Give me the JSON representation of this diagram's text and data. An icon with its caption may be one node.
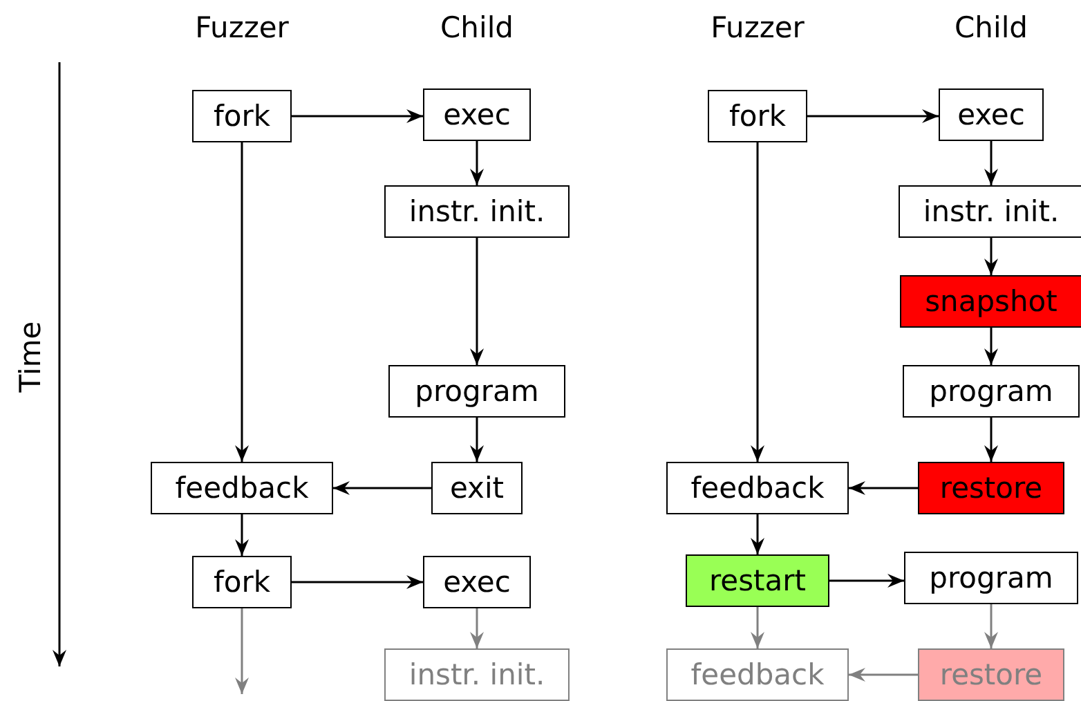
{
  "diagram": {
    "nodes": [
      {
        "text": [
          "fork"
        ]
      },
      {
        "text": [
          "exec"
        ]
      },
      {
        "text": [
          "instr. init."
        ]
      },
      {
        "text": [
          "program"
        ]
      },
      {
        "text": [
          "feedback"
        ]
      },
      {
        "text": [
          "exit"
        ]
      },
      {
        "text": [
          "fork"
        ]
      },
      {
        "text": [
          "exec"
        ]
      },
      {
        "text": [
          "instr. init."
        ]
      },
      {
        "text": [
          "fork"
        ]
      },
      {
        "text": [
          "exec"
        ]
      },
      {
        "text": [
          "instr. init."
        ]
      },
      {
        "text": [
          "snapshot"
        ]
      },
      {
        "text": [
          "program"
        ]
      },
      {
        "text": [
          "feedback"
        ]
      },
      {
        "text": [
          "restore"
        ]
      },
      {
        "text": [
          "restart"
        ]
      },
      {
        "text": [
          "program"
        ]
      },
      {
        "text": [
          "feedback"
        ]
      },
      {
        "text": [
          "restore"
        ]
      }
    ],
    "edges": [
      {
        "from": 0,
        "to": 1,
        "arrow": "to"
      },
      {
        "from": 1,
        "to": 2,
        "arrow": "to"
      },
      {
        "from": 2,
        "to": 3,
        "arrow": "to"
      },
      {
        "from": 3,
        "to": 5,
        "arrow": "to"
      },
      {
        "from": 5,
        "to": 4,
        "arrow": "to"
      },
      {
        "from": 0,
        "to": 4,
        "arrow": "to"
      },
      {
        "from": 4,
        "to": 6,
        "arrow": "to"
      },
      {
        "from": 6,
        "to": 7,
        "arrow": "to"
      },
      {
        "from": 7,
        "to": 8,
        "arrow": "to",
        "color": "#808080"
      },
      {
        "from": 6,
        "to": null,
        "arrow": "to",
        "color": "#808080"
      },
      {
        "from": 9,
        "to": 10,
        "arrow": "to"
      },
      {
        "from": 10,
        "to": 11,
        "arrow": "to"
      },
      {
        "from": 11,
        "to": 12,
        "arrow": "to"
      },
      {
        "from": 12,
        "to": 13,
        "arrow": "to"
      },
      {
        "from": 13,
        "to": 15,
        "arrow": "to"
      },
      {
        "from": 15,
        "to": 14,
        "arrow": "to"
      },
      {
        "from": 9,
        "to": 14,
        "arrow": "to"
      },
      {
        "from": 14,
        "to": 16,
        "arrow": "to"
      },
      {
        "from": 16,
        "to": 17,
        "arrow": "to"
      },
      {
        "from": 16,
        "to": 18,
        "arrow": "to",
        "color": "#808080"
      },
      {
        "from": 17,
        "to": 19,
        "arrow": "to",
        "color": "#808080"
      },
      {
        "from": 19,
        "to": 18,
        "arrow": "to",
        "color": "#808080"
      }
    ],
    "labels": [
      "Fuzzer",
      "Child",
      "Fuzzer",
      "Child",
      "Time"
    ]
  }
}
